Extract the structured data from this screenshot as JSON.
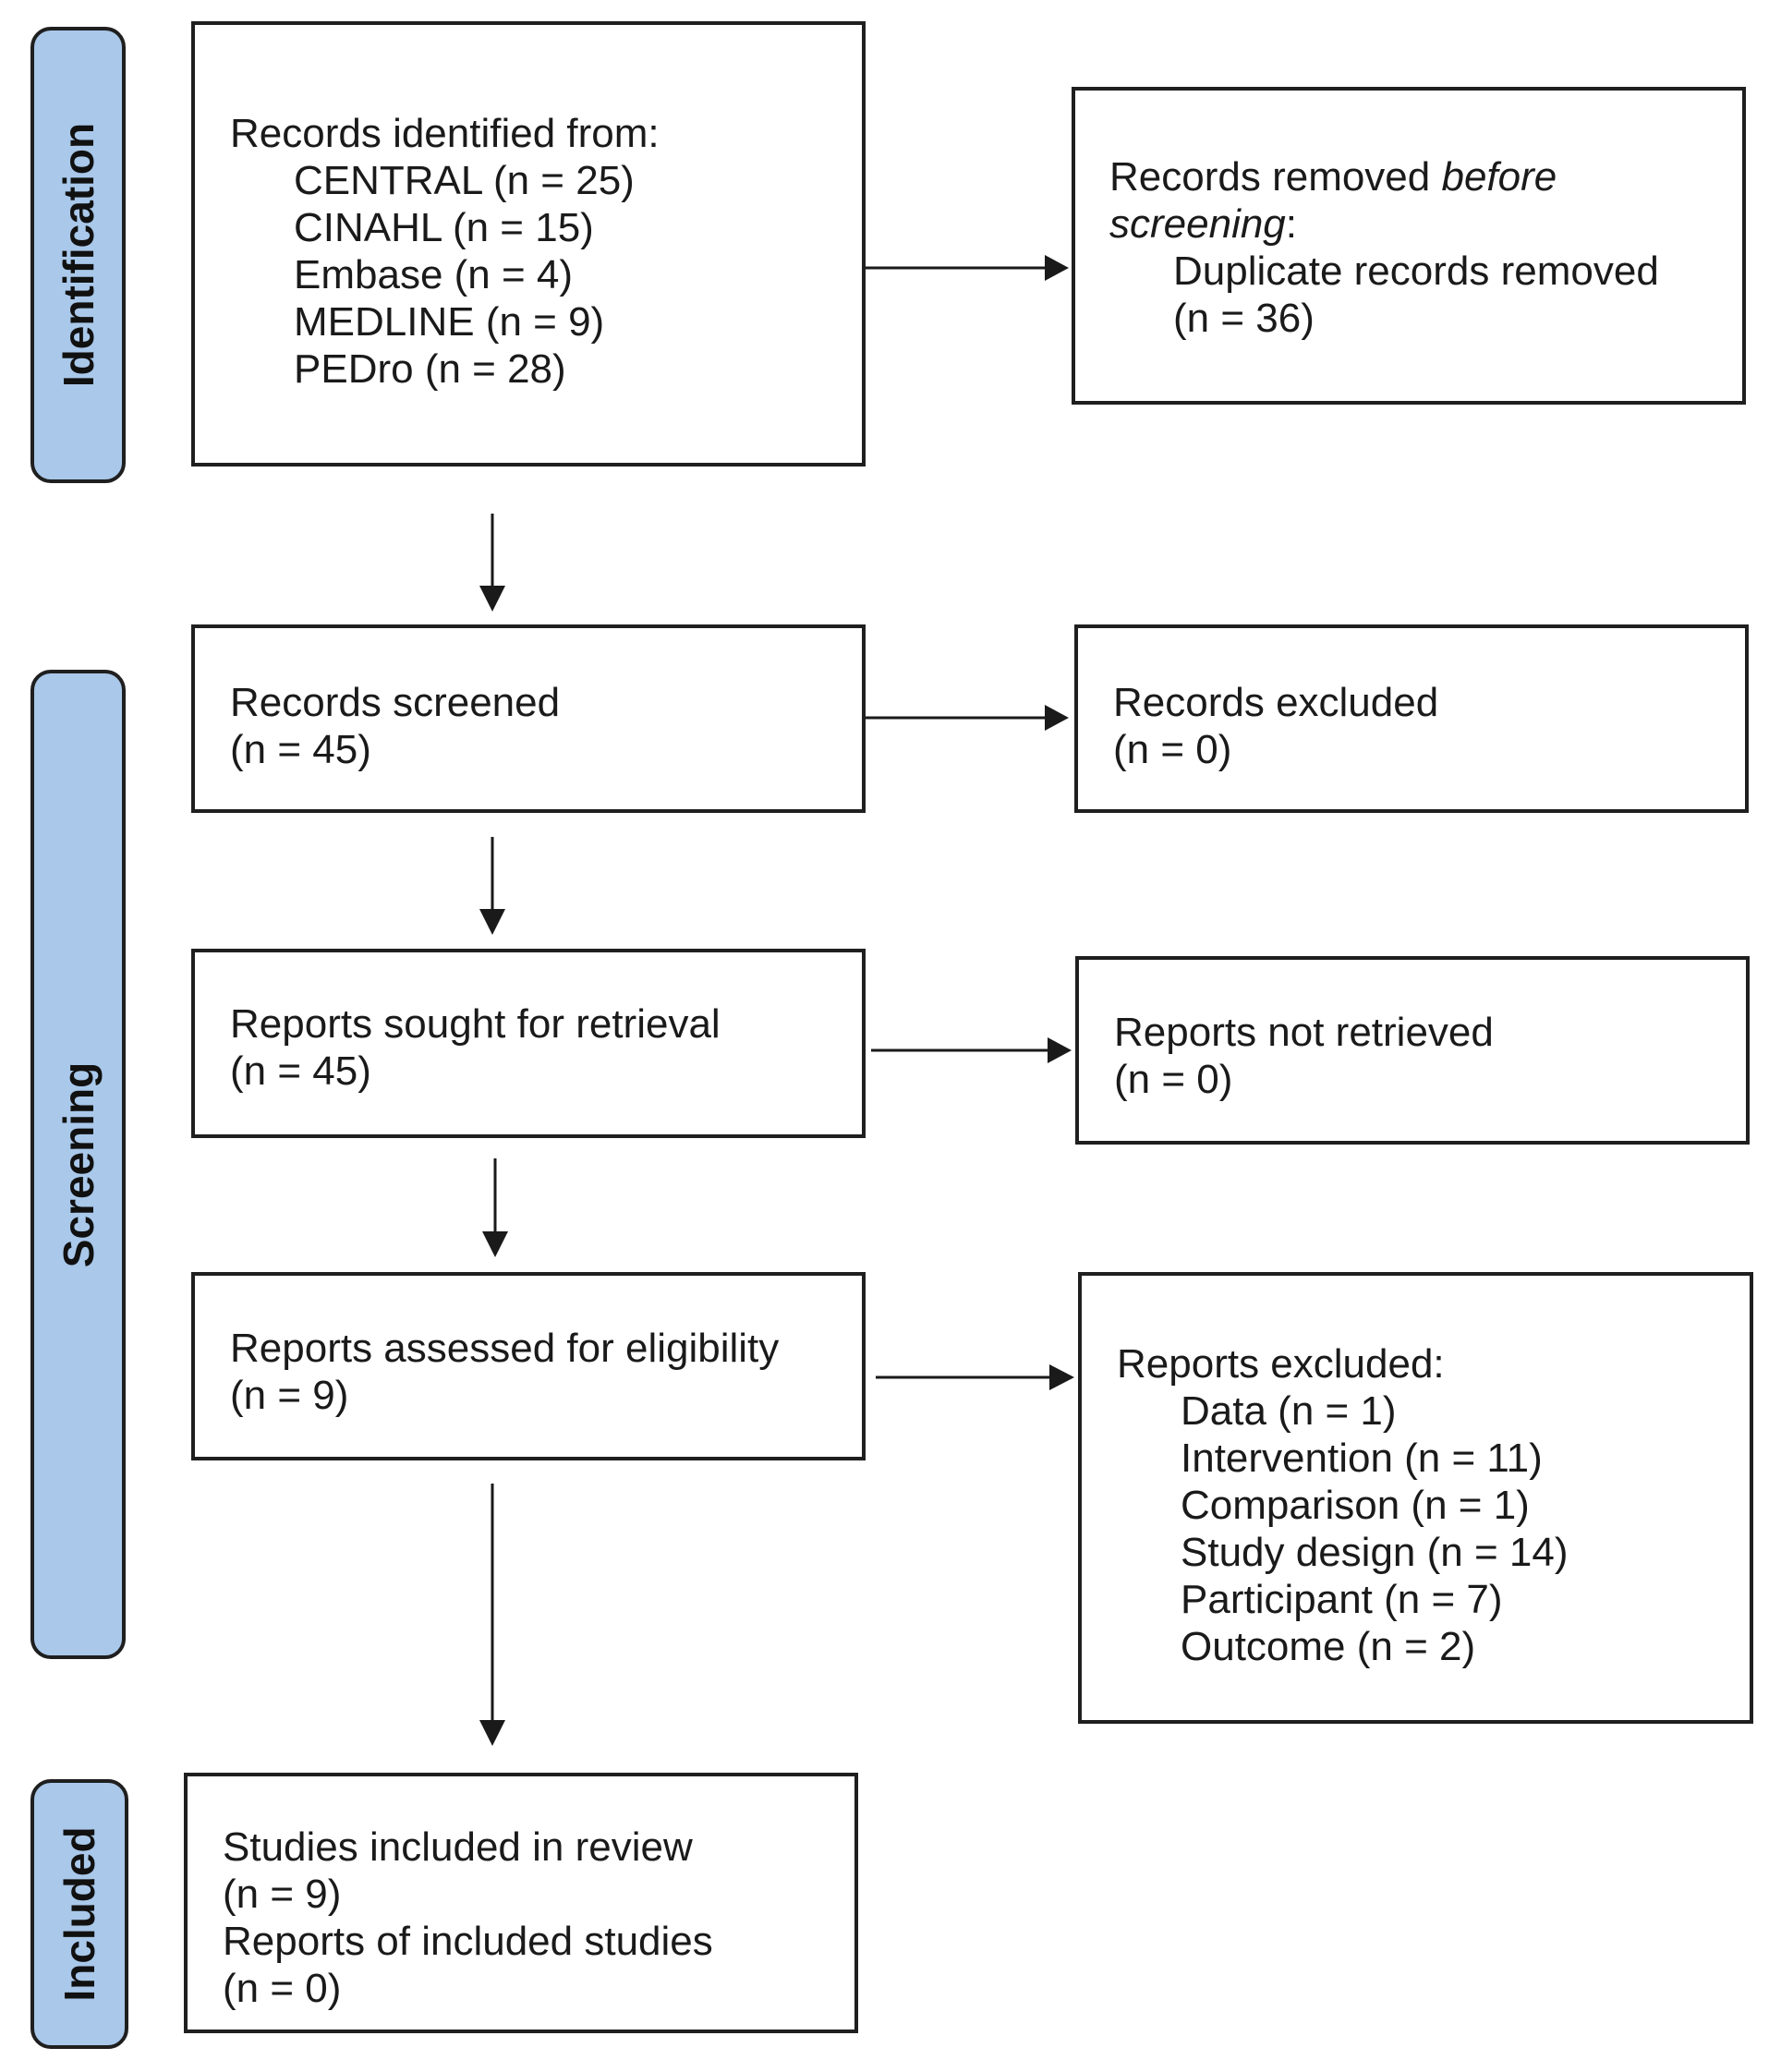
{
  "phases": {
    "identification": "Identification",
    "screening": "Screening",
    "included": "Included"
  },
  "identified": {
    "heading": "Records identified from:",
    "sources": [
      "CENTRAL (n = 25)",
      "CINAHL (n = 15)",
      "Embase (n = 4)",
      "MEDLINE (n = 9)",
      "PEDro (n = 28)"
    ]
  },
  "removed": {
    "prefix": "Records removed ",
    "italic_1": "before",
    "italic_2": "screening",
    "suffix": ":",
    "item": "Duplicate records removed",
    "count": "(n = 36)"
  },
  "screened": {
    "label": "Records screened",
    "count": "(n = 45)"
  },
  "excluded_records": {
    "label": "Records excluded",
    "count": "(n = 0)"
  },
  "sought": {
    "label": "Reports sought for retrieval",
    "count": "(n = 45)"
  },
  "not_retrieved": {
    "label": "Reports not retrieved",
    "count": "(n = 0)"
  },
  "assessed": {
    "label": "Reports assessed for eligibility",
    "count": "(n = 9)"
  },
  "reports_excluded": {
    "heading": "Reports excluded:",
    "reasons": [
      "Data (n = 1)",
      "Intervention (n = 11)",
      "Comparison (n = 1)",
      "Study design (n = 14)",
      "Participant (n = 7)",
      "Outcome (n = 2)"
    ]
  },
  "included": {
    "label_1": "Studies included in review",
    "count_1": "(n = 9)",
    "label_2": "Reports of included studies",
    "count_2": "(n = 0)"
  }
}
